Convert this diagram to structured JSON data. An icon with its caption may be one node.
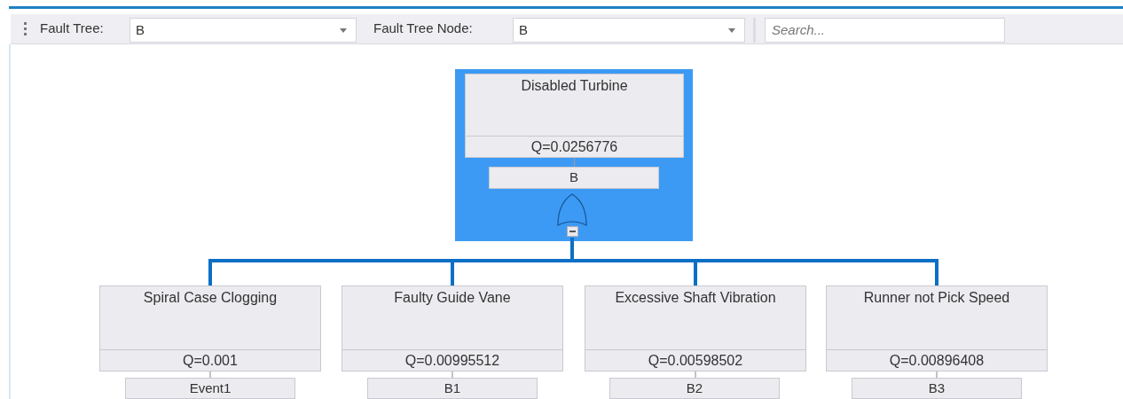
{
  "diagram": {
    "nodes": [
      {
        "text": [],
        "shape": "box"
      },
      {
        "text": [
          "Disabled Turbine",
          "Q=0.0256776"
        ],
        "in": 0
      },
      {
        "text": [
          "B"
        ],
        "in": 0
      },
      {
        "text": [],
        "shape": "gate",
        "in": 0
      },
      {
        "text": [
          "Spiral Case Clogging",
          "Q=0.001"
        ]
      },
      {
        "text": [
          "Event1"
        ]
      },
      {
        "text": [
          "Faulty Guide Vane",
          "Q=0.00995512"
        ]
      },
      {
        "text": [
          "B1"
        ]
      },
      {
        "text": [
          "Excessive Shaft Vibration",
          "Q=0.00598502"
        ]
      },
      {
        "text": [
          "B2"
        ]
      },
      {
        "text": [
          "Runner not Pick Speed",
          "Q=0.00896408"
        ]
      },
      {
        "text": [
          "B3"
        ]
      }
    ],
    "edges": [
      {
        "from": 1,
        "to": 2,
        "arrow": "none"
      },
      {
        "from": 3,
        "to": 4,
        "arrow": "none",
        "style": "thick",
        "color": "#0b6fc6"
      },
      {
        "from": 3,
        "to": 6,
        "arrow": "none",
        "style": "thick",
        "color": "#0b6fc6"
      },
      {
        "from": 3,
        "to": 8,
        "arrow": "none",
        "style": "thick",
        "color": "#0b6fc6"
      },
      {
        "from": 3,
        "to": 10,
        "arrow": "none",
        "style": "thick",
        "color": "#0b6fc6"
      },
      {
        "from": 4,
        "to": 5,
        "arrow": "none"
      },
      {
        "from": 6,
        "to": 7,
        "arrow": "none"
      },
      {
        "from": 8,
        "to": 9,
        "arrow": "none"
      },
      {
        "from": 10,
        "to": 11,
        "arrow": "none"
      }
    ],
    "labels": [
      "Fault Tree:",
      "B",
      "Fault Tree Node:",
      "B",
      "Search..."
    ]
  }
}
